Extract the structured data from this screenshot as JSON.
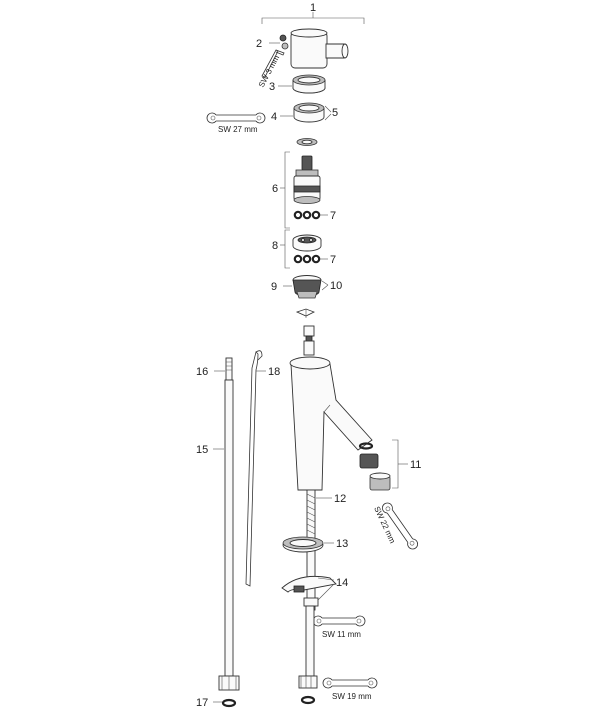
{
  "labels": {
    "n1": "1",
    "n2": "2",
    "n3": "3",
    "n4": "4",
    "n5": "5",
    "n6": "6",
    "n7a": "7",
    "n7b": "7",
    "n8": "8",
    "n9": "9",
    "n10": "10",
    "n11": "11",
    "n12": "12",
    "n13": "13",
    "n14": "14",
    "n15": "15",
    "n16": "16",
    "n17": "17",
    "n18": "18"
  },
  "tools": {
    "hex_key": "SW 3 mm",
    "wrench_27": "SW 27 mm",
    "wrench_22": "SW 22 mm",
    "wrench_11": "SW 11 mm",
    "wrench_19": "SW 19 mm"
  },
  "colors": {
    "line": "#333333",
    "fill_dark": "#555555",
    "fill_mid": "#bdbdbd"
  }
}
